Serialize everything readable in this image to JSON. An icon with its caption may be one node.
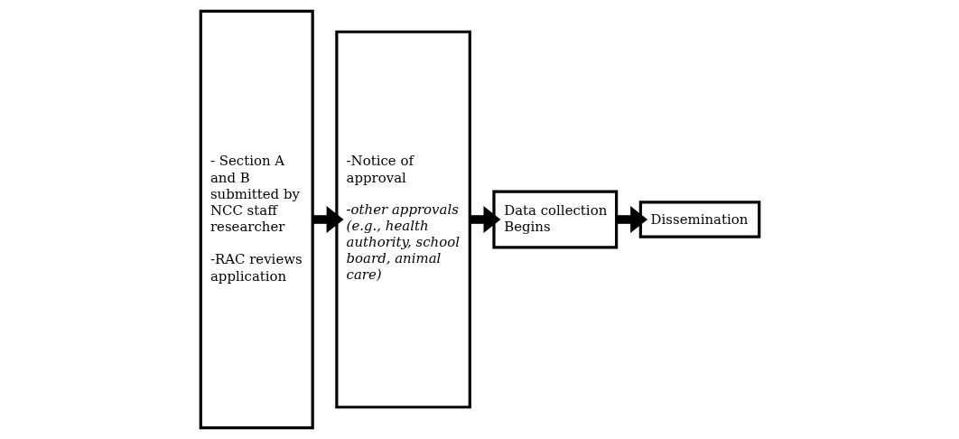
{
  "diagram": {
    "nodes": [
      {
        "text": [
          "- Section A and B submitted by NCC staff researcher",
          "-RAC reviews application"
        ]
      },
      {
        "text": [
          "-Notice of approval",
          "-other approvals (e.g., health authority, school board, animal care)"
        ]
      },
      {
        "text": [
          "Data collection Begins"
        ]
      },
      {
        "text": [
          "Dissemination"
        ]
      }
    ],
    "edges": [
      {
        "from": 0,
        "to": 1,
        "arrow": "to"
      },
      {
        "from": 1,
        "to": 2,
        "arrow": "to"
      },
      {
        "from": 2,
        "to": 3,
        "arrow": "to"
      }
    ]
  }
}
